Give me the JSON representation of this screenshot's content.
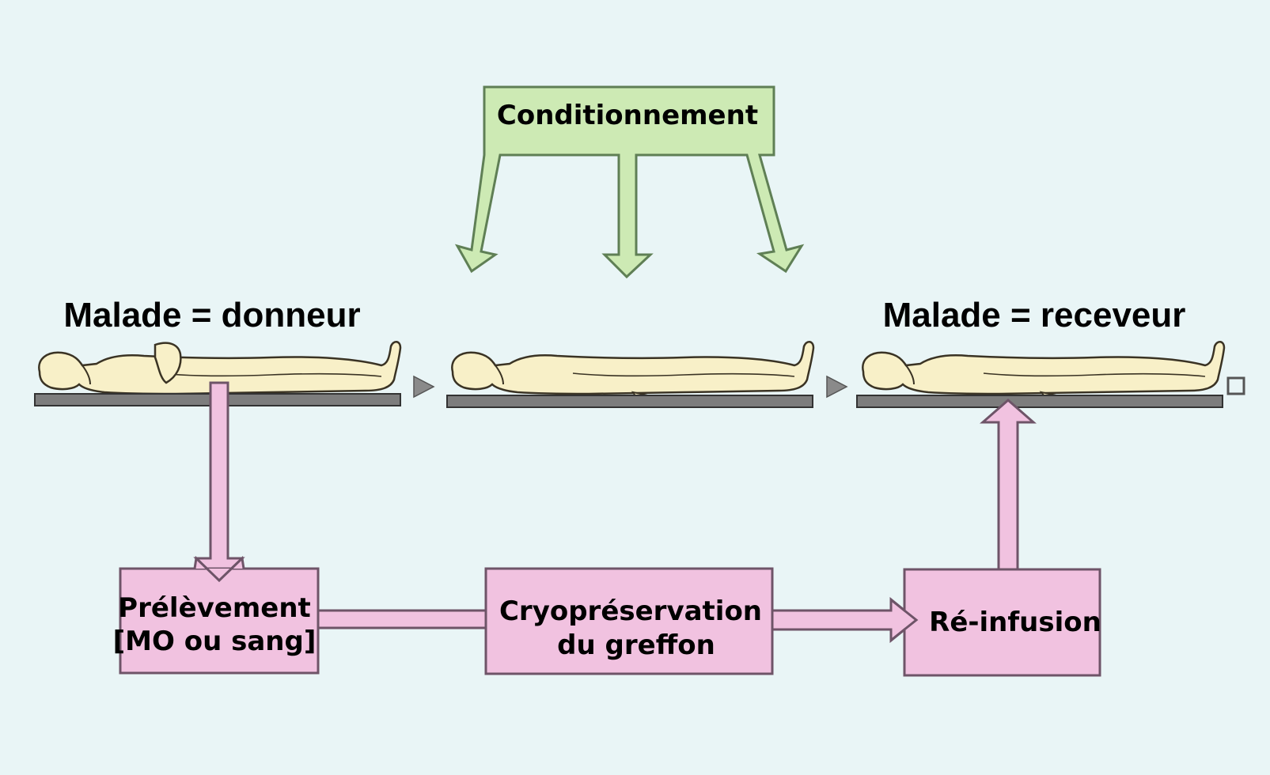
{
  "labels": {
    "conditioning": "Conditionnement",
    "donor": "Malade = donneur",
    "recipient": "Malade = receveur",
    "collection_line1": "Prélèvement",
    "collection_line2": "[MO ou sang]",
    "cryo_line1": "Cryopréservation",
    "cryo_line2": "du greffon",
    "reinfusion": "Ré-infusion"
  },
  "colors": {
    "background": "#e9f5f6",
    "green_fill": "#cdeab4",
    "green_stroke": "#5f7f55",
    "pink_fill": "#f1c2e0",
    "pink_stroke": "#6e5468",
    "body_fill": "#f8f0c8",
    "body_stroke": "#3a3324",
    "table": "#7d7d7d",
    "triangle": "#8a8a8a"
  }
}
